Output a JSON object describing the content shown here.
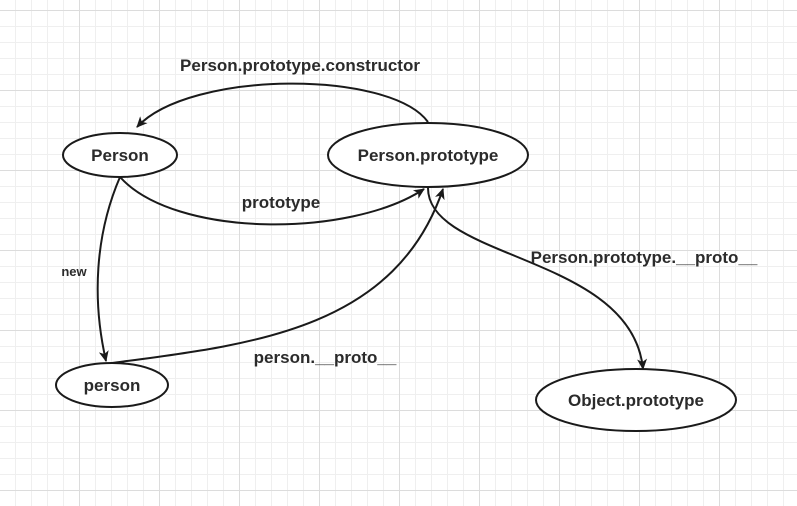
{
  "nodes": {
    "person_constructor": "Person",
    "person_prototype": "Person.prototype",
    "person_instance": "person",
    "object_prototype": "Object.prototype"
  },
  "edges": {
    "constructor": "Person.prototype.constructor",
    "prototype": "prototype",
    "new": "new",
    "instance_proto": "person.__proto__",
    "prototype_proto": "Person.prototype.__proto__"
  }
}
